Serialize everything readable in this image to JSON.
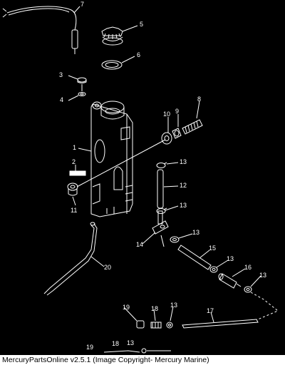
{
  "diagram": {
    "background_color": "#000000",
    "line_color": "#ffffff",
    "callouts": [
      {
        "id": "c7",
        "label": "7"
      },
      {
        "id": "c5",
        "label": "5"
      },
      {
        "id": "c6",
        "label": "6"
      },
      {
        "id": "c3",
        "label": "3"
      },
      {
        "id": "c4",
        "label": "4"
      },
      {
        "id": "c8",
        "label": "8"
      },
      {
        "id": "c10",
        "label": "10"
      },
      {
        "id": "c9",
        "label": "9"
      },
      {
        "id": "c1",
        "label": "1"
      },
      {
        "id": "c2",
        "label": "2"
      },
      {
        "id": "c13a",
        "label": "13"
      },
      {
        "id": "c12",
        "label": "12"
      },
      {
        "id": "c11",
        "label": "11"
      },
      {
        "id": "c13b",
        "label": "13"
      },
      {
        "id": "c13c",
        "label": "13"
      },
      {
        "id": "c14",
        "label": "14"
      },
      {
        "id": "c15",
        "label": "15"
      },
      {
        "id": "c20",
        "label": "20"
      },
      {
        "id": "c13d",
        "label": "13"
      },
      {
        "id": "c16",
        "label": "16"
      },
      {
        "id": "c13e",
        "label": "13"
      },
      {
        "id": "c19a",
        "label": "19"
      },
      {
        "id": "c18a",
        "label": "18"
      },
      {
        "id": "c13f",
        "label": "13"
      },
      {
        "id": "c17",
        "label": "17"
      },
      {
        "id": "c19b",
        "label": "19"
      },
      {
        "id": "c18b",
        "label": "18"
      },
      {
        "id": "c13g",
        "label": "13"
      }
    ]
  },
  "footer": {
    "text": "MercuryPartsOnline v2.5.1 (Image Copyright- Mercury Marine)",
    "background_color": "#ffffff",
    "text_color": "#000000"
  }
}
